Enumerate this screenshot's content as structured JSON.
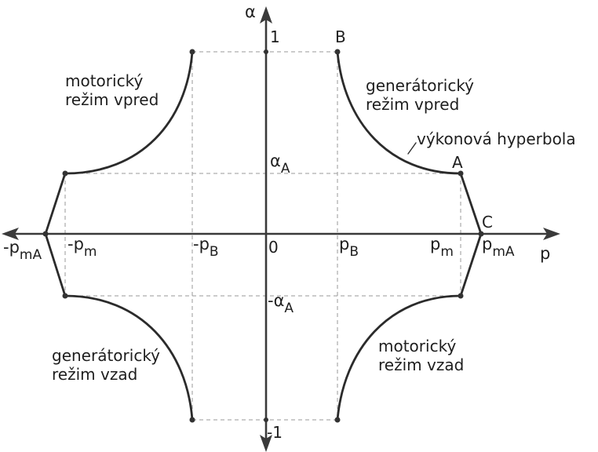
{
  "axes": {
    "vertical_label": "α",
    "horizontal_label": "p",
    "origin_label": "0",
    "alpha_one": "1",
    "alpha_minus_one": "-1"
  },
  "alpha_a": {
    "main": "α",
    "sub": "A",
    "neg_main": "-α",
    "neg_sub": "A"
  },
  "p_labels": {
    "pb_main": "p",
    "pb_sub": "B",
    "neg_pb_main": "-p",
    "neg_pb_sub": "B",
    "pm_main": "p",
    "pm_sub": "m",
    "neg_pm_main": "-p",
    "neg_pm_sub": "m",
    "pma_main": "p",
    "pma_sub": "mA",
    "neg_pma_main": "-p",
    "neg_pma_sub": "mA"
  },
  "points": {
    "a": "A",
    "b": "B",
    "c": "C"
  },
  "regions": {
    "top_left": [
      "motorický",
      "režim vpred"
    ],
    "top_right": [
      "generátorický",
      "režim vpred"
    ],
    "bottom_left": [
      "generátorický",
      "režim vzad"
    ],
    "bottom_right": [
      "motorický",
      "režim vzad"
    ]
  },
  "annotation": "výkonová hyperbola",
  "colors": {
    "curve": "#2b2b2b",
    "axis": "#3a3a3a",
    "guide": "#9a9a9a"
  }
}
